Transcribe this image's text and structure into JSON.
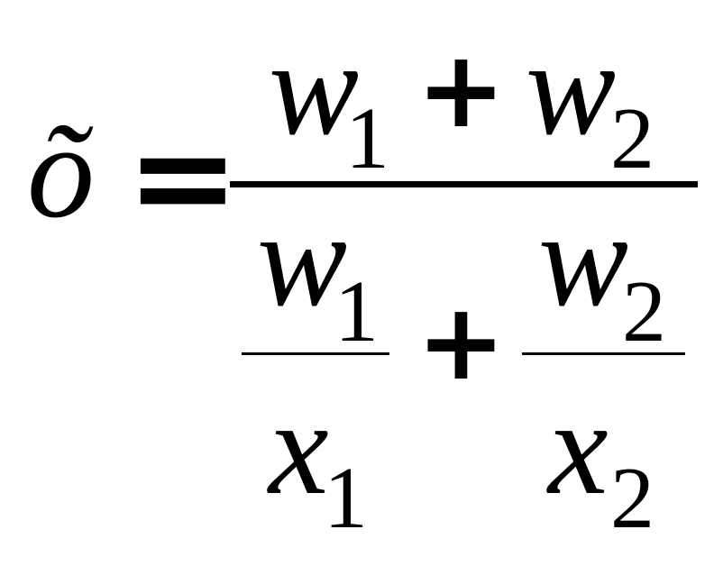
{
  "formula": {
    "lhs": "õ",
    "equals": "=",
    "numerator": {
      "term1": {
        "var": "w",
        "sub": "1"
      },
      "plus": "+",
      "term2": {
        "var": "w",
        "sub": "2"
      }
    },
    "denominator": {
      "frac1": {
        "num_var": "w",
        "num_sub": "1",
        "den_var": "x",
        "den_sub": "1"
      },
      "plus": "+",
      "frac2": {
        "num_var": "w",
        "num_sub": "2",
        "den_var": "x",
        "den_sub": "2"
      }
    }
  }
}
